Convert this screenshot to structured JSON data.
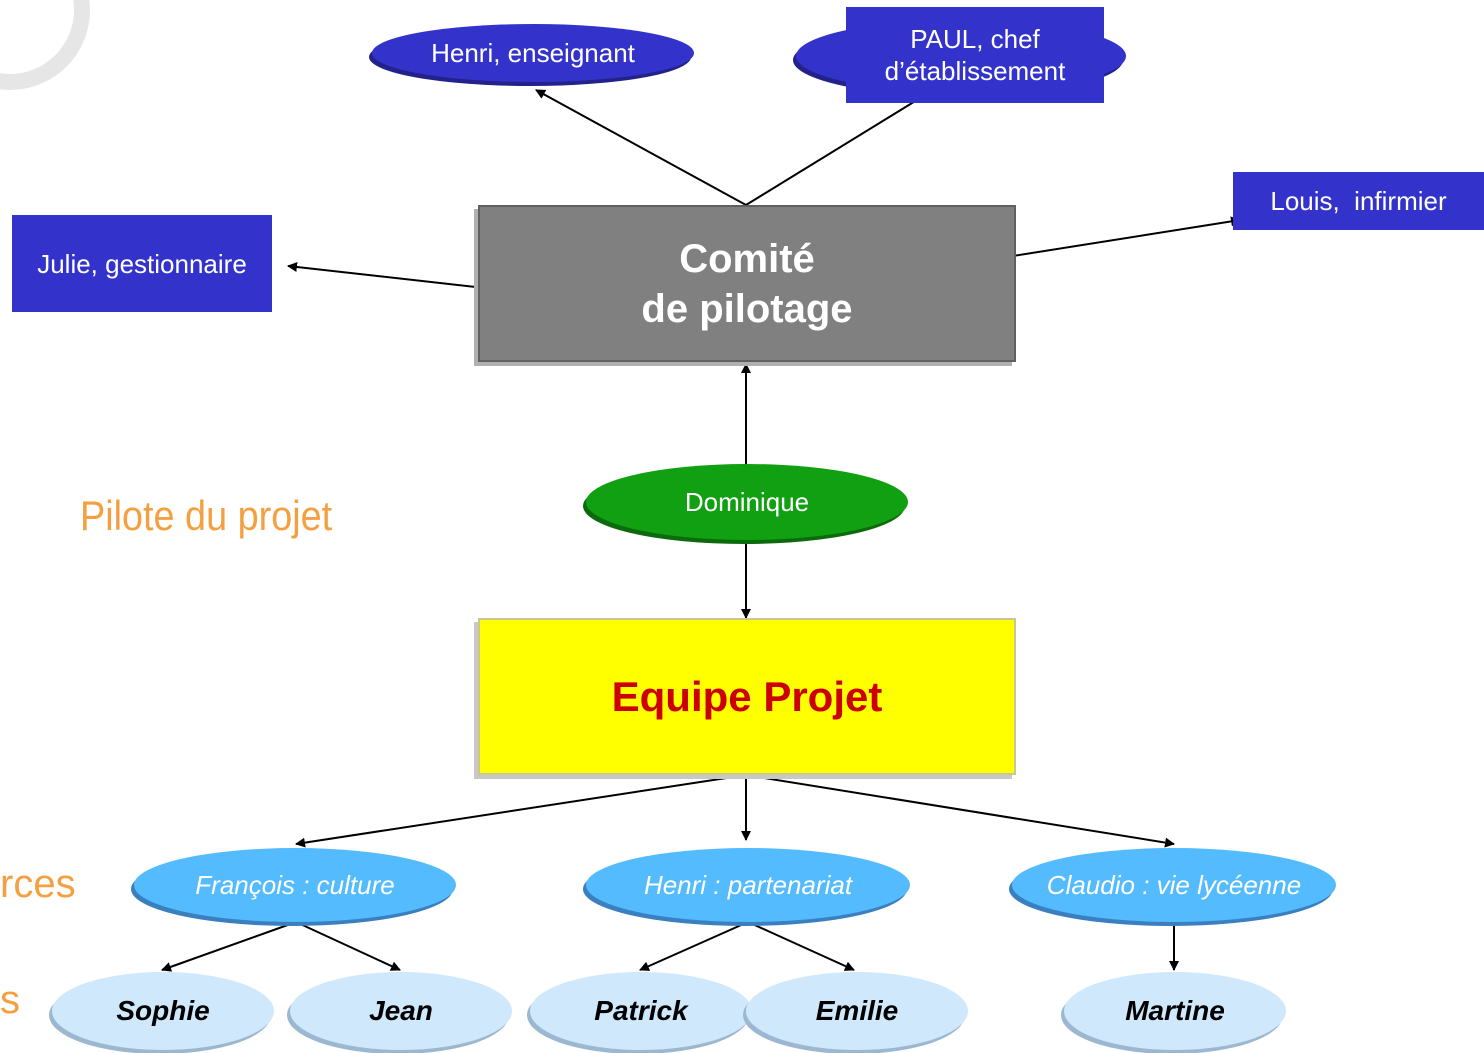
{
  "comite": {
    "line1": "Comité",
    "line2": "de pilotage"
  },
  "committee_members": {
    "henri": "Henri, enseignant",
    "paul": "PAUL,  chef d’établissement",
    "julie": "Julie, gestionnaire",
    "louis": "Louis,  infirmier"
  },
  "pilot": {
    "label": "Pilote du projet",
    "name": "Dominique"
  },
  "equipe": {
    "title": "Equipe Projet"
  },
  "leaders": {
    "francois": "François : culture",
    "henri": "Henri : partenariat",
    "claudio": "Claudio : vie lycéenne"
  },
  "members": {
    "sophie": "Sophie",
    "jean": "Jean",
    "patrick": "Patrick",
    "emilie": "Emilie",
    "martine": "Martine"
  },
  "side_labels": {
    "cut_1": "rces",
    "cut_2": "s"
  },
  "colors": {
    "dark_blue": "#3333cc",
    "grey": "#808080",
    "yellow": "#ffff00",
    "red_text": "#cc0000",
    "green": "#11a011",
    "mid_blue": "#55bbff",
    "light_blue": "#cfe8fb",
    "orange_text": "#f5a040"
  }
}
